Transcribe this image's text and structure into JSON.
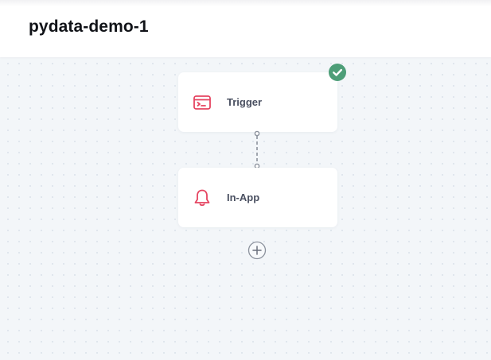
{
  "header": {
    "title": "pydata-demo-1"
  },
  "workflow": {
    "nodes": [
      {
        "label": "Trigger",
        "icon": "terminal-window-icon",
        "status": "complete"
      },
      {
        "label": "In-App",
        "icon": "bell-icon"
      }
    ],
    "add_step_icon": "plus-circle-icon"
  },
  "colors": {
    "accent_red": "#e54461",
    "success_green": "#4d9e78",
    "connector": "#8b919c"
  }
}
